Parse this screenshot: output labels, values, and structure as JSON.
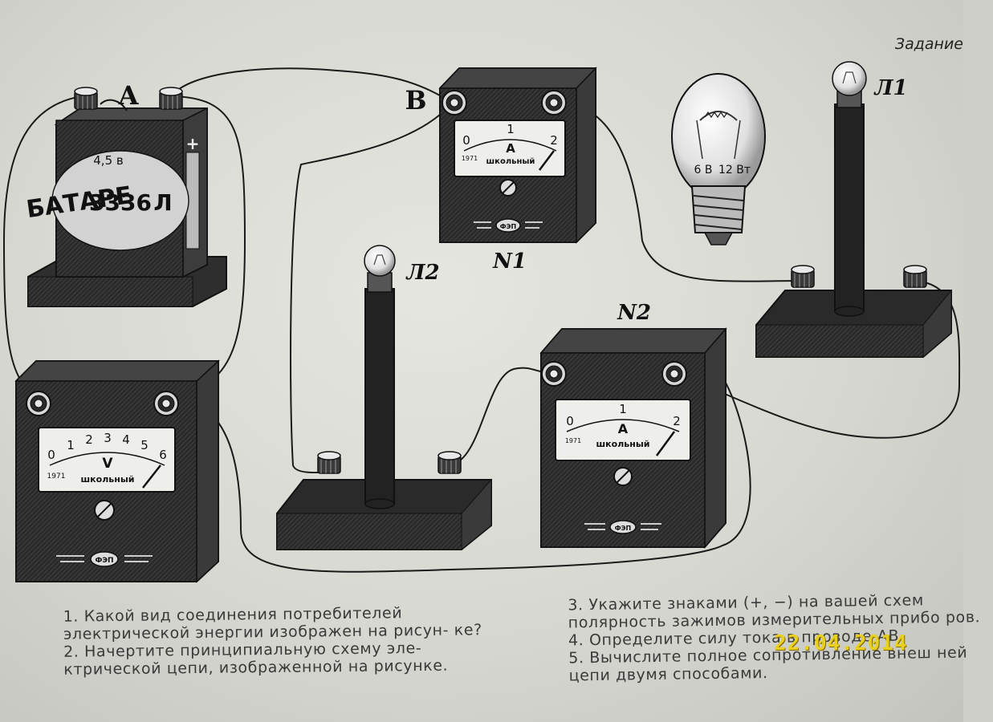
{
  "header": {
    "task_title": "Задание"
  },
  "labels": {
    "node_a": "A",
    "node_b": "B",
    "lamp1": "Л1",
    "lamp2": "Л2",
    "meter1": "N1",
    "meter2": "N2"
  },
  "battery": {
    "voltage": "4,5 в",
    "model": "3336",
    "text_left": "БАТАРЕ",
    "text_right": "Л",
    "plus_sign": "+"
  },
  "ammeter": {
    "scale": [
      "0",
      "1",
      "2"
    ],
    "unit": "A",
    "year": "1971",
    "brand": "школьный",
    "maker": "ФЭП"
  },
  "voltmeter": {
    "scale": [
      "0",
      "1",
      "2",
      "3",
      "4",
      "5",
      "6"
    ],
    "unit": "V",
    "year": "1971",
    "brand": "школьный",
    "maker": "ФЭП"
  },
  "bulb": {
    "rating_v": "6 В",
    "rating_w": "12 Вт"
  },
  "questions_left": [
    "1. Какой вид соединения потребителей электрической энергии изображен на рисун- ке?",
    "2. Начертите принципиальную схему эле- ктрической цепи, изображенной на рисунке."
  ],
  "questions_right": [
    "3. Укажите знаками (+, −) на вашей схем полярность зажимов измерительных прибо ров.",
    "4. Определите силу тока в проводе АВ.",
    "5. Вычислите полное сопротивление внеш ней цепи двумя способами."
  ],
  "date_stamp": "22.04.2014",
  "colors": {
    "paper": "#dcdcd6",
    "ink": "#1a1a1a",
    "device_body": "#2b2b2b",
    "stamp": "#e8d020"
  }
}
